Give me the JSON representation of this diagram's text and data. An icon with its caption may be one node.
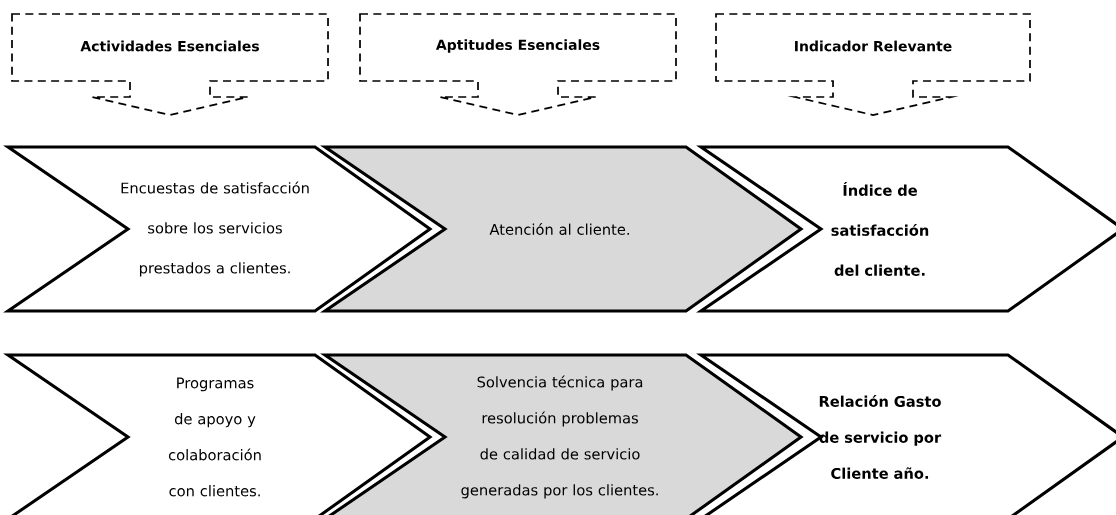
{
  "diagram": {
    "nodes": [
      {
        "text": [
          "Actividades Esenciales"
        ]
      },
      {
        "text": [
          "Aptitudes Esenciales"
        ]
      },
      {
        "text": [
          "Indicador Relevante"
        ]
      },
      {
        "text": [
          "Encuestas de satisfacción sobre los servicios prestados a clientes."
        ]
      },
      {
        "text": [
          "Atención al cliente."
        ]
      },
      {
        "text": [
          "Índice de satisfacción del cliente."
        ]
      },
      {
        "text": [
          "Programas de apoyo y colaboración con clientes."
        ]
      },
      {
        "text": [
          "Solvencia técnica para resolución problemas de calidad de servicio generadas por los clientes."
        ]
      },
      {
        "text": [
          "Relación Gasto de servicio por Cliente año."
        ]
      }
    ]
  }
}
